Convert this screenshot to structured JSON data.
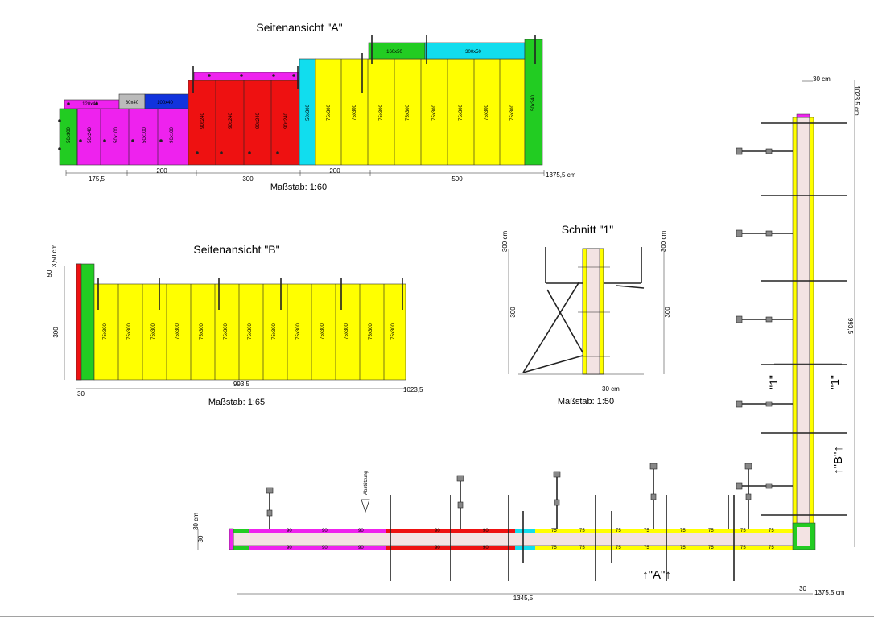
{
  "colors": {
    "green": "#22cc22",
    "magenta": "#ee22ee",
    "red": "#ee1111",
    "cyan": "#11ddee",
    "yellow": "#ffff00",
    "blue": "#1133dd",
    "grey": "#bbbbbb",
    "column": "#f3e3e3"
  },
  "view_a": {
    "title": "Seitenansicht \"A\"",
    "scale": "Maßstab: 1:60",
    "dims": [
      "175,5",
      "200",
      "300",
      "200",
      "500"
    ],
    "total": "1375,5 cm",
    "labels": {
      "top_green": "160x50",
      "top_cyan": "300x50",
      "grey": "80x40",
      "magenta_top": "120x40",
      "blue": "100x40",
      "left_green": "50x300",
      "magenta_panels": [
        "50x240",
        "50x100",
        "50x100",
        "90x100"
      ],
      "red_panels": [
        "90x240",
        "90x240",
        "90x240",
        "90x240"
      ],
      "cyan_panel": "50x300",
      "yellow_panels": [
        "75x300",
        "75x300",
        "75x300",
        "75x300",
        "75x300",
        "75x300",
        "75x300",
        "75x300"
      ],
      "right_green": "50x340"
    }
  },
  "view_b": {
    "title": "Seitenansicht \"B\"",
    "scale": "Maßstab: 1:65",
    "left_dims": [
      "50",
      "3,50 cm",
      "300"
    ],
    "bottom_dims": [
      "30",
      "993,5",
      "1023,5"
    ],
    "panel_label": "75x300"
  },
  "section": {
    "title": "Schnitt \"1\"",
    "scale": "Maßstab: 1:50",
    "dim_left": "300 cm",
    "dim_right": "300 cm",
    "dim_mid_left": "300",
    "dim_mid_right": "300",
    "dim_bottom": "30 cm"
  },
  "plan": {
    "right_top": "30 cm",
    "right_len": "1023,5 cm",
    "right_mid": "993,5",
    "bottom_total": "1375,5 cm",
    "bottom_trunc": "1345,5",
    "bottom_30": "30",
    "left_30cm": "30 cm",
    "left_30": "30",
    "seg_75": "75",
    "seg_90": "90",
    "marker_a": "↑\"A\"↑",
    "marker_b": "↑\"B\"↑",
    "cut_label": "\"1\"",
    "abstuetzung": "Abstützung"
  }
}
